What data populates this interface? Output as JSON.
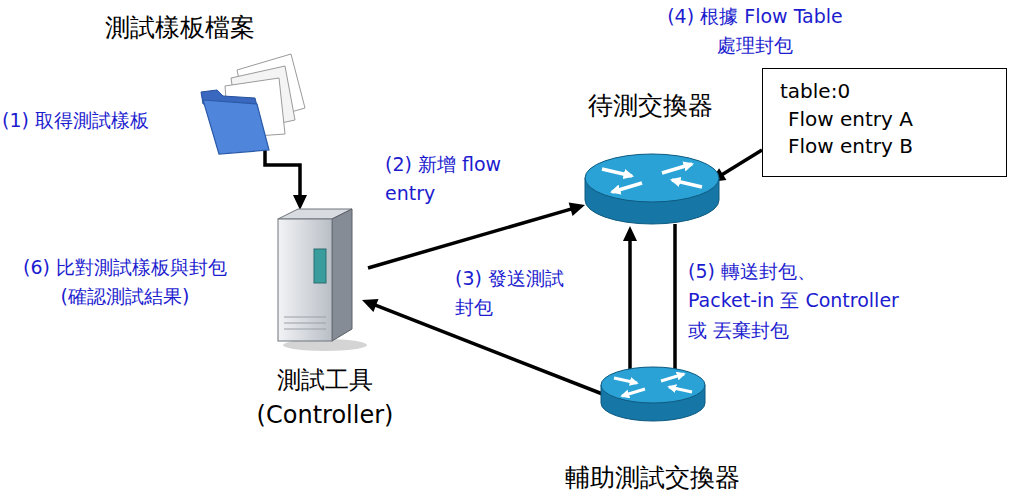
{
  "diagram": {
    "nodes": [
      {
        "text": [
          "測試樣板檔案"
        ]
      },
      {
        "text": [
          "測試工具 (Controller)"
        ]
      },
      {
        "text": [
          "待測交換器"
        ]
      },
      {
        "text": [
          "table:0",
          "Flow entry A",
          "Flow entry B"
        ]
      },
      {
        "text": [
          "輔助測試交換器"
        ]
      }
    ],
    "edges": [
      {
        "from": 0,
        "to": 1,
        "arrow": "to",
        "label": "(1) 取得測試樣板"
      },
      {
        "from": 1,
        "to": 2,
        "arrow": "to",
        "label": "(2) 新增 flow entry"
      },
      {
        "from": 4,
        "to": 1,
        "arrow": "to",
        "label": "(3) 發送測試 封包"
      },
      {
        "from": 4,
        "to": 2,
        "arrow": "to"
      },
      {
        "from": 2,
        "to": 4,
        "arrow": "none",
        "label": "(5) 轉送封包、 Packet-in 至 Controller 或 丟棄封包"
      },
      {
        "from": 3,
        "to": 2,
        "arrow": "to",
        "label": "(4) 根據 Flow Table 處理封包"
      }
    ],
    "labels": [
      "(6) 比對測試樣板與封包 (確認測試結果)"
    ]
  }
}
